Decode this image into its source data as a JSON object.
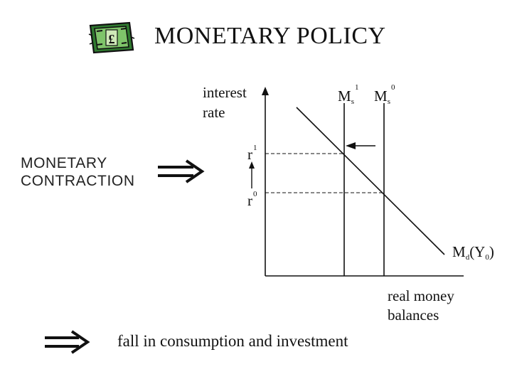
{
  "slide": {
    "title": "MONETARY POLICY",
    "icon": "pound-banknote-icon",
    "left_label_line1": "MONETARY",
    "left_label_line2": "CONTRACTION",
    "bottom_text": "fall in consumption and investment"
  },
  "diagram": {
    "y_axis_label_line1": "interest",
    "y_axis_label_line2": "rate",
    "x_axis_label_line1": "real money",
    "x_axis_label_line2": "balances",
    "supply_new": {
      "base": "M",
      "sub": "s",
      "sup": "1"
    },
    "supply_old": {
      "base": "M",
      "sub": "s",
      "sup": "0"
    },
    "demand": {
      "base": "M",
      "sub": "d",
      "rest_open": "(Y",
      "rest_sub": "0",
      "rest_close": ")"
    },
    "rate_new": {
      "base": "r",
      "sup": "1"
    },
    "rate_old": {
      "base": "r",
      "sup": "0"
    }
  }
}
